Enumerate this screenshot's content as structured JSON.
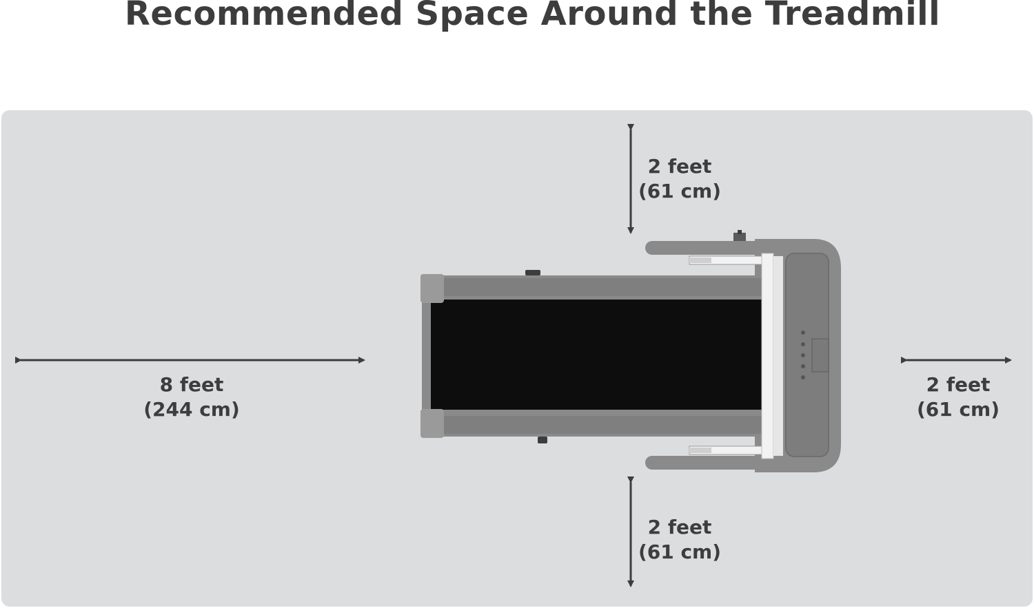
{
  "title": "Recommended Space Around the Treadmill",
  "colors": {
    "floor": "#dcdddf",
    "text": "#3d3d3d",
    "arrow": "#3d3d3d",
    "frame": "#8a8a8a",
    "belt": "#0d0d0d",
    "rail": "#f2f2f2"
  },
  "clearances": {
    "top": {
      "feet": "2 feet",
      "cm": "(61 cm)"
    },
    "rear": {
      "feet": "8 feet",
      "cm": "(244 cm)"
    },
    "front": {
      "feet": "2 feet",
      "cm": "(61 cm)"
    },
    "bottom": {
      "feet": "2 feet",
      "cm": "(61 cm)"
    }
  }
}
